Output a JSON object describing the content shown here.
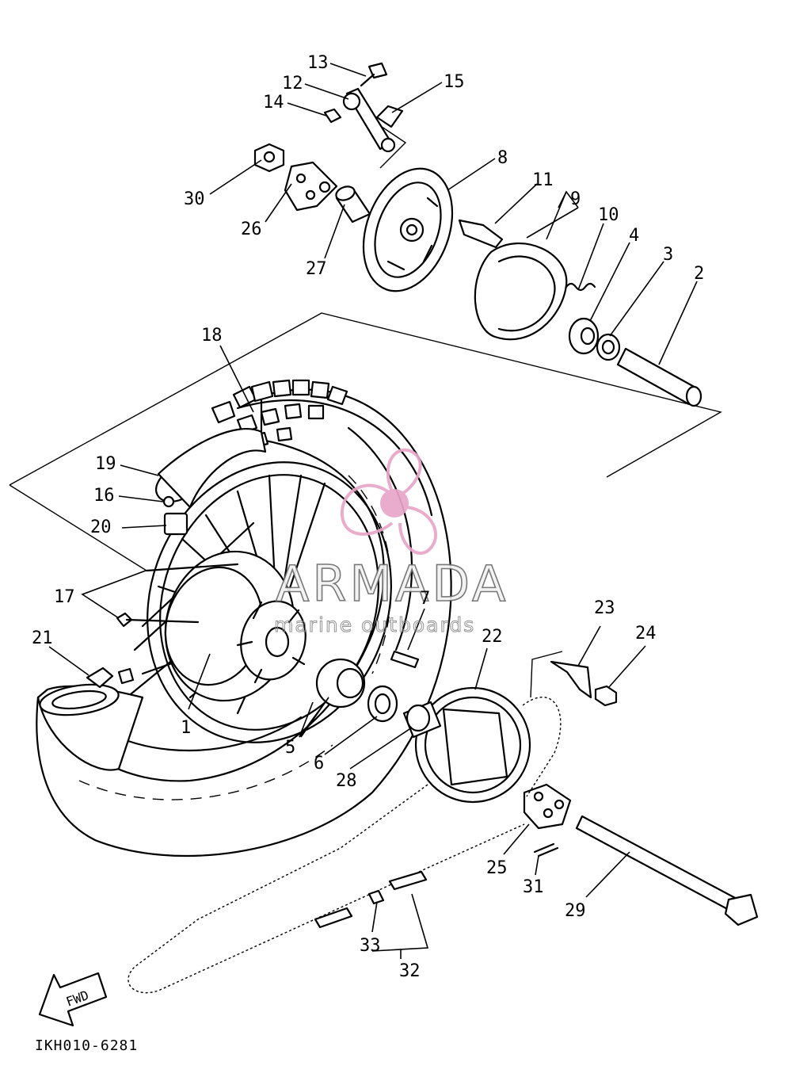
{
  "callouts": [
    {
      "id": "1",
      "label": "1"
    },
    {
      "id": "2",
      "label": "2"
    },
    {
      "id": "3",
      "label": "3"
    },
    {
      "id": "4",
      "label": "4"
    },
    {
      "id": "5",
      "label": "5"
    },
    {
      "id": "6",
      "label": "6"
    },
    {
      "id": "7",
      "label": "7"
    },
    {
      "id": "8",
      "label": "8"
    },
    {
      "id": "9",
      "label": "9"
    },
    {
      "id": "10",
      "label": "10"
    },
    {
      "id": "11",
      "label": "11"
    },
    {
      "id": "12",
      "label": "12"
    },
    {
      "id": "13",
      "label": "13"
    },
    {
      "id": "14",
      "label": "14"
    },
    {
      "id": "15",
      "label": "15"
    },
    {
      "id": "16",
      "label": "16"
    },
    {
      "id": "17",
      "label": "17"
    },
    {
      "id": "18",
      "label": "18"
    },
    {
      "id": "19",
      "label": "19"
    },
    {
      "id": "20",
      "label": "20"
    },
    {
      "id": "21",
      "label": "21"
    },
    {
      "id": "22",
      "label": "22"
    },
    {
      "id": "23",
      "label": "23"
    },
    {
      "id": "24",
      "label": "24"
    },
    {
      "id": "25",
      "label": "25"
    },
    {
      "id": "26",
      "label": "26"
    },
    {
      "id": "27",
      "label": "27"
    },
    {
      "id": "28",
      "label": "28"
    },
    {
      "id": "29",
      "label": "29"
    },
    {
      "id": "30",
      "label": "30"
    },
    {
      "id": "31",
      "label": "31"
    },
    {
      "id": "32",
      "label": "32"
    },
    {
      "id": "33",
      "label": "33"
    }
  ],
  "direction_label": "FWD",
  "reference_code": "IKH010-6281",
  "watermark": {
    "brand": "ARMADA",
    "tagline": "marine outboards",
    "logo_color": "#e9a6c9"
  }
}
